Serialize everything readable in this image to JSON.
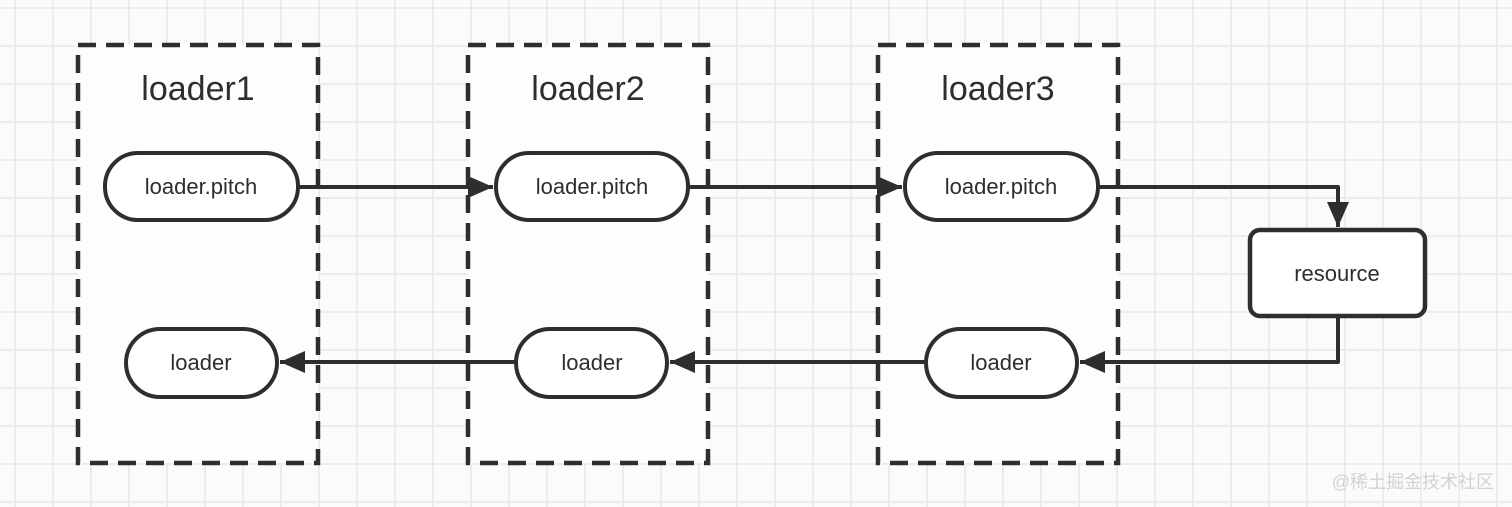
{
  "diagram": {
    "groups": [
      {
        "title": "loader1",
        "pitch_label": "loader.pitch",
        "loader_label": "loader"
      },
      {
        "title": "loader2",
        "pitch_label": "loader.pitch",
        "loader_label": "loader"
      },
      {
        "title": "loader3",
        "pitch_label": "loader.pitch",
        "loader_label": "loader"
      }
    ],
    "resource_label": "resource",
    "flow": [
      "loader1.pitch -> loader2.pitch",
      "loader2.pitch -> loader3.pitch",
      "loader3.pitch -> resource",
      "resource -> loader3.loader",
      "loader3.loader -> loader2.loader",
      "loader2.loader -> loader1.loader"
    ],
    "colors": {
      "stroke": "#2e2e2e",
      "background": "#fbfbfb",
      "grid_line": "#ececec",
      "node_fill": "#ffffff",
      "watermark": "#d2d2d2"
    }
  },
  "watermark": "@稀土掘金技术社区"
}
